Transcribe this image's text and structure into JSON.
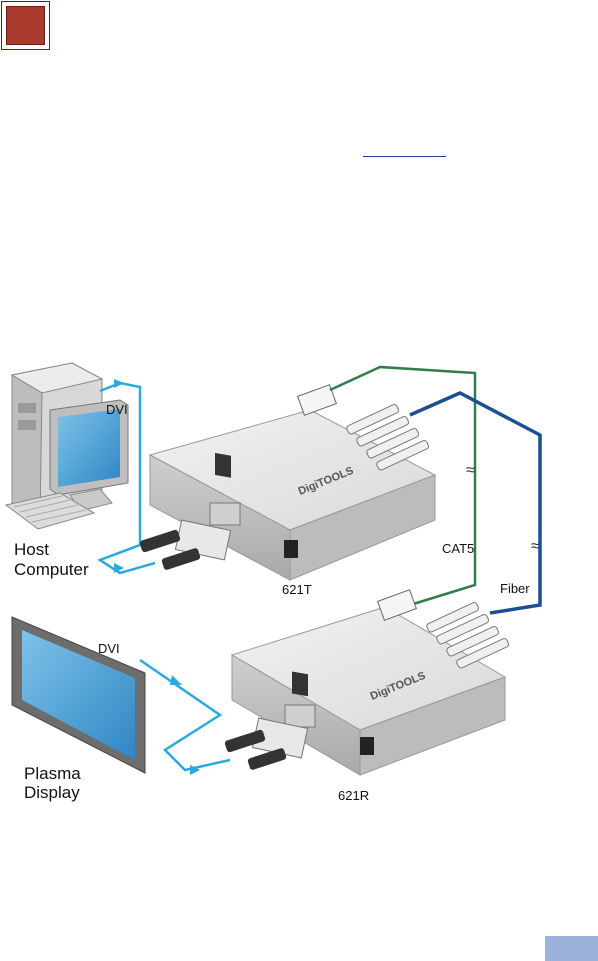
{
  "diagram": {
    "labels": {
      "dvi_top": "DVI",
      "host_computer_line1": "Host",
      "host_computer_line2": "Computer",
      "transmitter_model": "621T",
      "cat5": "CAT5",
      "fiber": "Fiber",
      "dvi_bottom": "DVI",
      "plasma_line1": "Plasma",
      "plasma_line2": "Display",
      "receiver_model": "621R"
    },
    "brand_text": "DigiTOOLS",
    "colors": {
      "dvi_cable": "#2aa9de",
      "cat5_cable": "#2f7d4a",
      "fiber_cable": "#1c4f91",
      "device_body": "#e4e4e4",
      "corner_box": "#a93a2e",
      "page_tab": "#9cb3d9"
    }
  }
}
